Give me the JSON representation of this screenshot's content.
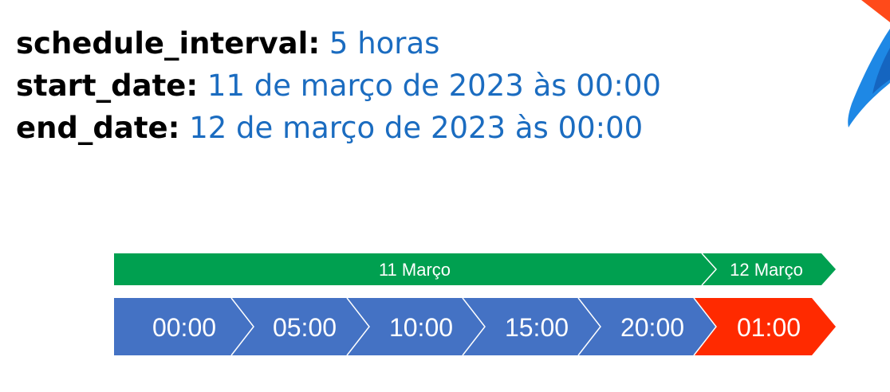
{
  "params": [
    {
      "key": "schedule_interval:",
      "value": "5 horas"
    },
    {
      "key": "start_date:",
      "value": "11 de março de 2023 às 00:00"
    },
    {
      "key": "end_date:",
      "value": "12 de março de 2023 às 00:00"
    }
  ],
  "days": {
    "day1": "11 Março",
    "day2": "12 Março"
  },
  "runs": [
    "00:00",
    "05:00",
    "10:00",
    "15:00",
    "20:00",
    "01:00"
  ],
  "colors": {
    "key_text": "#000000",
    "value_text": "#1b6cc0",
    "day_bar": "#00a050",
    "run_bar": "#4472c4",
    "run_outside": "#ff2a00",
    "logo_red": "#ff4a1a",
    "logo_blue": "#1e88e5"
  },
  "icons": [
    "airflow-logo-icon"
  ]
}
